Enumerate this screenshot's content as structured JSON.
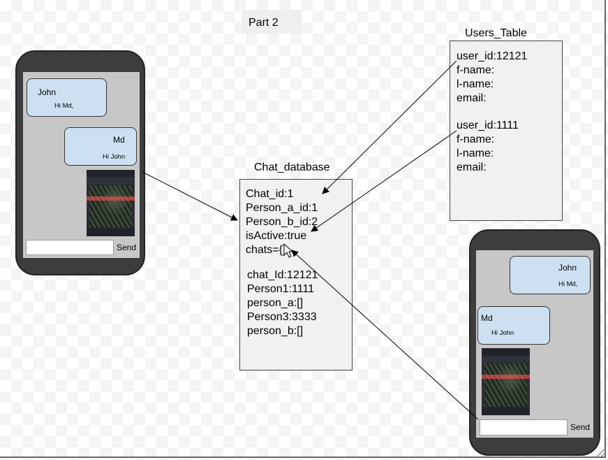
{
  "part_title": "Part 2",
  "users_table": {
    "title": "Users_Table",
    "records": [
      [
        "user_id:12121",
        "f-name:",
        "l-name:",
        "email:"
      ],
      [
        "user_id:1111",
        "f-name:",
        "l-name:",
        "email:"
      ]
    ]
  },
  "chat_database": {
    "title": "Chat_database",
    "block1": [
      "Chat_id:1",
      "Person_a_id:1",
      "Person_b_id:2",
      "isActive:true",
      "chats={}"
    ],
    "block2": [
      "chat_Id:12121",
      "Person1:1111",
      "person_a:[]",
      "Person3:3333",
      "person_b:[]"
    ]
  },
  "phone_left": {
    "bubble1": {
      "name": "John",
      "message": "Hi Md,"
    },
    "bubble2": {
      "name": "Md",
      "message": "Hi John"
    },
    "send_label": "Send"
  },
  "phone_right": {
    "bubble1": {
      "name": "John",
      "message": "Hi Md,"
    },
    "bubble2": {
      "name": "Md",
      "message": "Hi John"
    },
    "send_label": "Send"
  },
  "colors": {
    "bubble": "#cde0f2",
    "phone_body": "#3d3d3d",
    "screen": "#c7c7c7",
    "box": "#f1f1f1"
  }
}
